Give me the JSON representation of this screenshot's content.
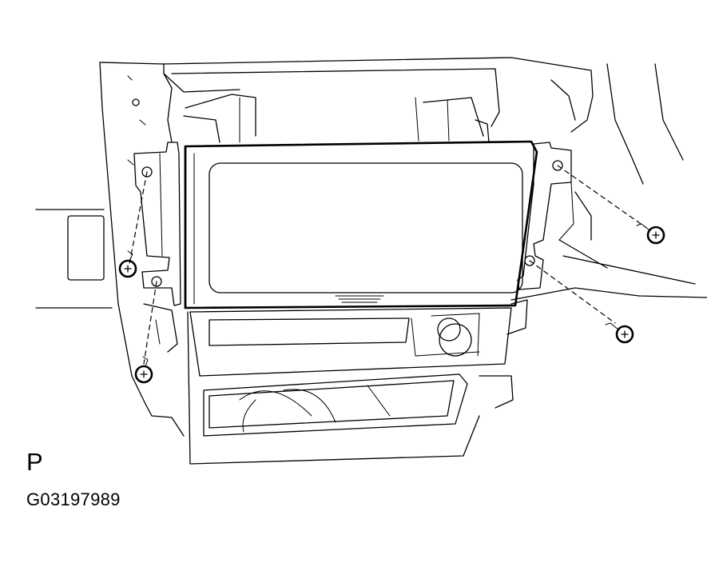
{
  "diagram": {
    "view_label": "P",
    "figure_code": "G03197989",
    "colors": {
      "ink": "#000000",
      "background": "#ffffff"
    },
    "parts": [
      "center-console-panel",
      "display-unit",
      "left-mounting-bracket",
      "right-mounting-bracket",
      "screw",
      "audio-control-panel",
      "lower-storage-pocket"
    ]
  }
}
